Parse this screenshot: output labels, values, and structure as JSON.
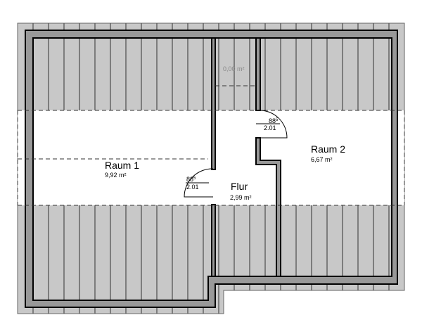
{
  "rooms": [
    {
      "name": "Raum 1",
      "area": "9,92 m²"
    },
    {
      "name": "Raum 2",
      "area": "6,67 m²"
    },
    {
      "name": "Flur",
      "area": "2,99 m²"
    },
    {
      "name": "",
      "area": "0,00 m²"
    }
  ],
  "doors": [
    {
      "width": "88",
      "width_sup": "5",
      "height": "2.01"
    },
    {
      "width": "88",
      "width_sup": "5",
      "height": "2.01"
    }
  ],
  "colors": {
    "roof": "#c8c8c8",
    "wall": "#999999",
    "line": "#000000",
    "void_area_text": "#888888"
  }
}
